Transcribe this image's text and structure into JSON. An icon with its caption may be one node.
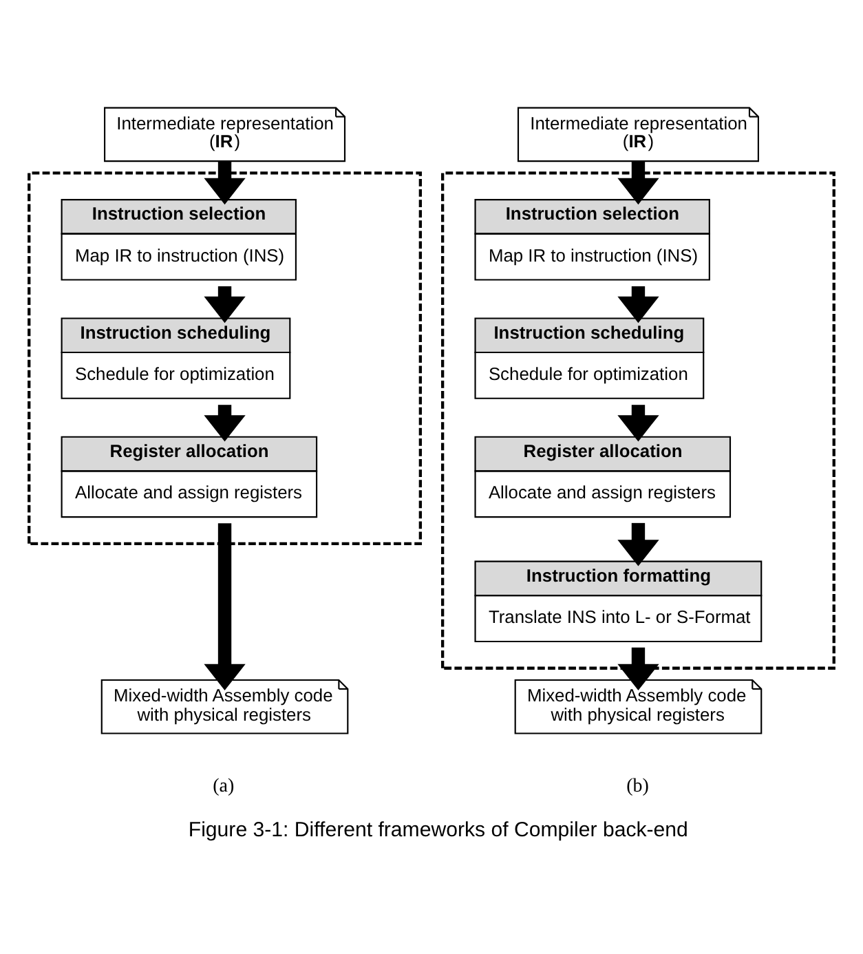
{
  "diagram": {
    "caption": "Figure 3-1: Different frameworks of Compiler back-end",
    "nodes": [
      {
        "text": [
          "Intermediate representation (**IR**)"
        ]
      },
      {
        "text": [],
        "shape": "box"
      },
      {
        "text": [
          "Instruction selection",
          "Map IR to instruction (INS)"
        ],
        "in": 1
      },
      {
        "text": [
          "Instruction scheduling",
          "Schedule for optimization"
        ],
        "in": 1
      },
      {
        "text": [
          "Register allocation",
          "Allocate and assign registers"
        ],
        "in": 1
      },
      {
        "text": [
          "Mixed-width Assembly code with physical registers"
        ]
      },
      {
        "text": [
          "Intermediate representation (**IR**)"
        ]
      },
      {
        "text": [],
        "shape": "box"
      },
      {
        "text": [
          "Instruction selection",
          "Map IR to instruction (INS)"
        ],
        "in": 7
      },
      {
        "text": [
          "Instruction scheduling",
          "Schedule for optimization"
        ],
        "in": 7
      },
      {
        "text": [
          "Register allocation",
          "Allocate and assign registers"
        ],
        "in": 7
      },
      {
        "text": [
          "Instruction formatting",
          "Translate INS into L- or S-Format"
        ],
        "in": 7
      },
      {
        "text": [
          "Mixed-width Assembly code with physical registers"
        ]
      }
    ],
    "edges": [
      {
        "from": 0,
        "to": 2,
        "arrow": "to"
      },
      {
        "from": 2,
        "to": 3,
        "arrow": "to"
      },
      {
        "from": 3,
        "to": 4,
        "arrow": "to"
      },
      {
        "from": 4,
        "to": 5,
        "arrow": "to"
      },
      {
        "from": 6,
        "to": 8,
        "arrow": "to"
      },
      {
        "from": 8,
        "to": 9,
        "arrow": "to"
      },
      {
        "from": 9,
        "to": 10,
        "arrow": "to"
      },
      {
        "from": 10,
        "to": 11,
        "arrow": "to"
      },
      {
        "from": 11,
        "to": 12,
        "arrow": "to"
      }
    ],
    "labels": [
      "(a)",
      "(b)"
    ]
  }
}
